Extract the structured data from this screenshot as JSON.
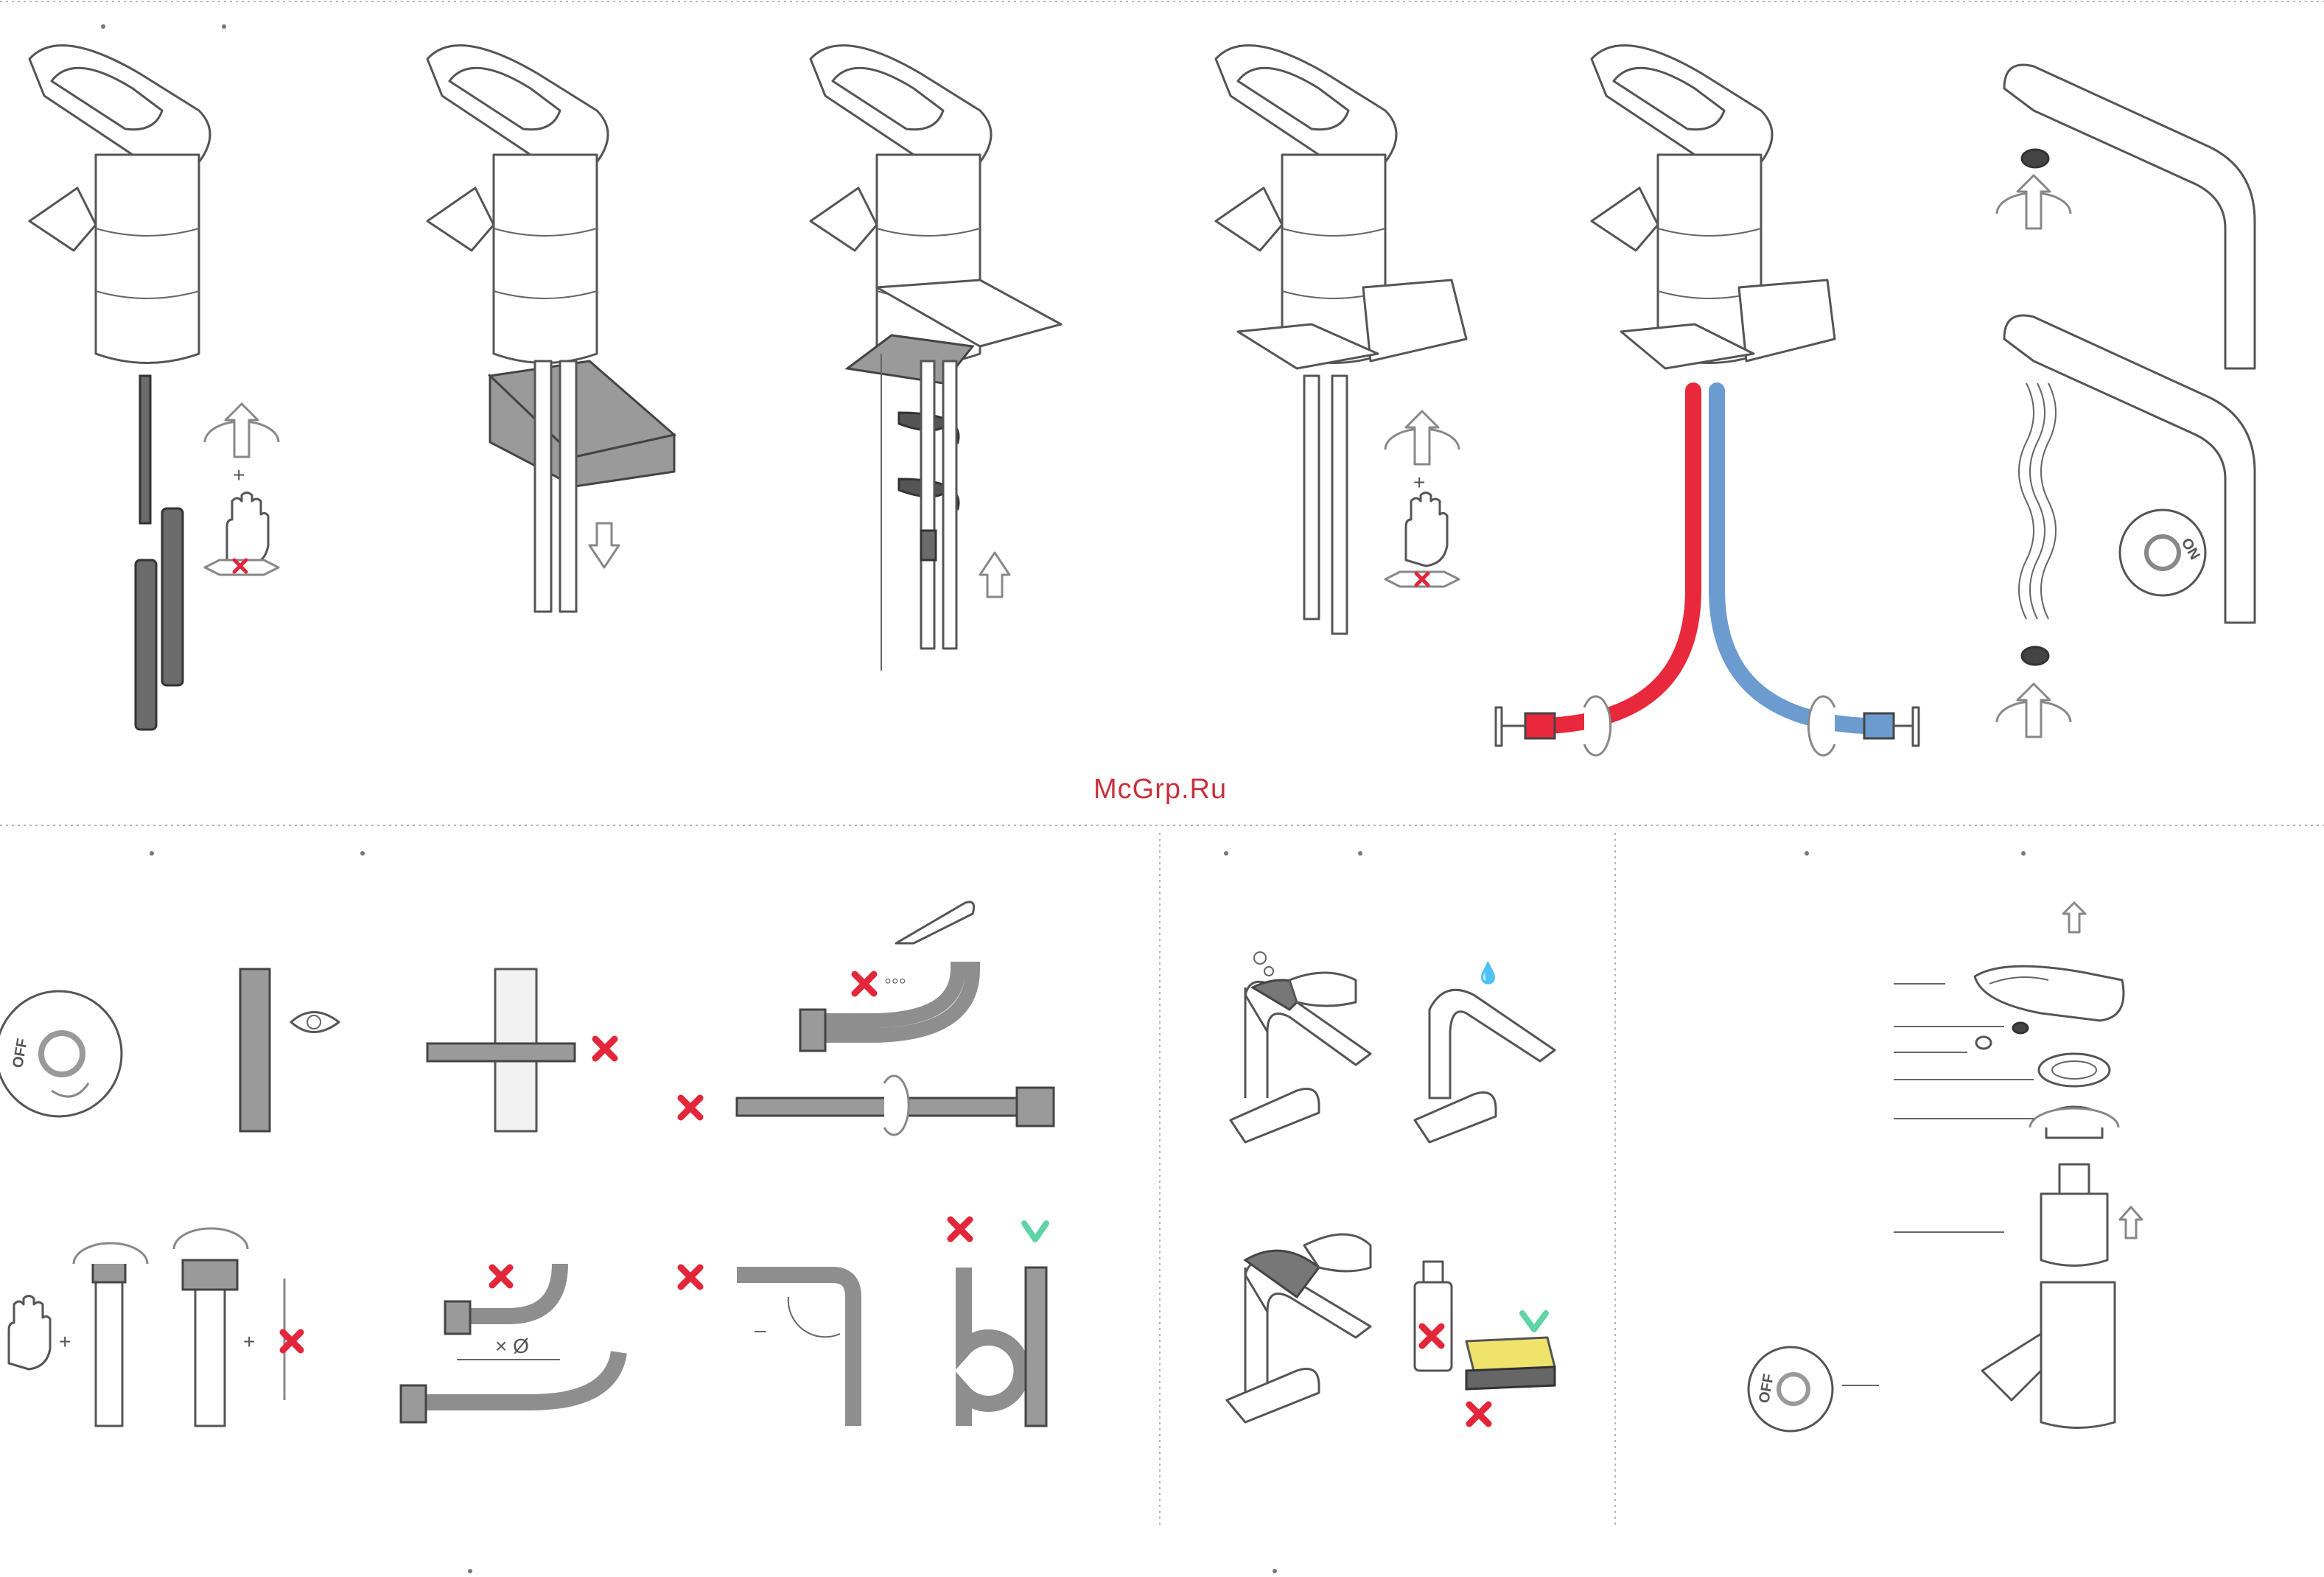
{
  "watermark": "McGrp.Ru",
  "dial_off": {
    "label": "OFF"
  },
  "dial_on": {
    "label": "ON"
  },
  "dimension": {
    "label": "× Ø"
  },
  "angle_mark": {
    "label": "–"
  },
  "colors": {
    "hot": "#e8283b",
    "cold": "#6c9bd0",
    "forbidden": "#e3263a",
    "allowed": "#5fd4a6",
    "line": "#555555"
  },
  "icons": {
    "rotate": "rotate-arrows-icon",
    "hand": "hand-icon",
    "wrench": "wrench-icon",
    "eye": "eye-icon",
    "forbidden": "cross-icon",
    "allowed": "check-icon"
  }
}
